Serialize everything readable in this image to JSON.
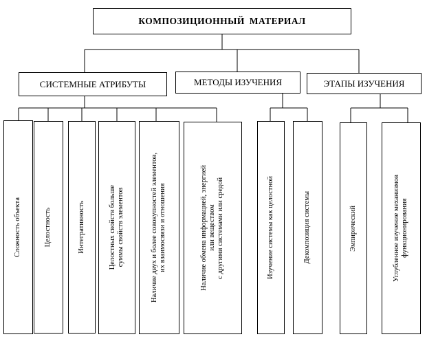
{
  "root": {
    "label": "КОМПОЗИЦИОННЫЙ  МАТЕРИАЛ"
  },
  "categories": [
    {
      "label": "СИСТЕМНЫЕ АТРИБУТЫ",
      "children": [
        {
          "label": "Сложность объекта"
        },
        {
          "label": "Целостность"
        },
        {
          "label": "Интегративность"
        },
        {
          "label": "Целостных свойств больше\nсуммы свойств элементов"
        },
        {
          "label": "Наличие двух и более совокупностей элементов,\nих взаимосвязи и отношения"
        },
        {
          "label": "Наличие обмена информацией, энергией\nили веществом\nс другими системами или средой"
        }
      ]
    },
    {
      "label": "МЕТОДЫ ИЗУЧЕНИЯ",
      "children": [
        {
          "label": "Изучение системы как целостной"
        },
        {
          "label": "Декомпозиция    системы"
        }
      ]
    },
    {
      "label": "ЭТАПЫ ИЗУЧЕНИЯ",
      "children": [
        {
          "label": "Эмпирический"
        },
        {
          "label": "Углубленное изучение механизмов\nфункционирования"
        }
      ]
    }
  ]
}
